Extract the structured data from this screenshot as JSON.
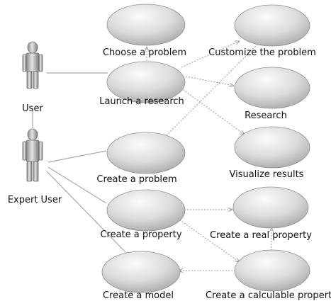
{
  "actors": {
    "user": {
      "label": "User"
    },
    "expert_user": {
      "label": "Expert User"
    }
  },
  "use_cases": {
    "choose_problem": "Choose a problem",
    "launch_research": "Launch a research",
    "create_problem": "Create a problem",
    "create_property": "Create a property",
    "create_model": "Create a model",
    "customize_problem": "Customize the problem",
    "research": "Research",
    "visualize_results": "Visualize results",
    "create_real_property": "Create a real property",
    "create_calculable_property": "Create a calculable property"
  },
  "colors": {
    "ellipse_light": "#fbfbfb",
    "ellipse_dark": "#b5b5b5",
    "actor_light": "#e4e4e4",
    "actor_dark": "#8a8a8a",
    "line": "#a9a9a9"
  }
}
